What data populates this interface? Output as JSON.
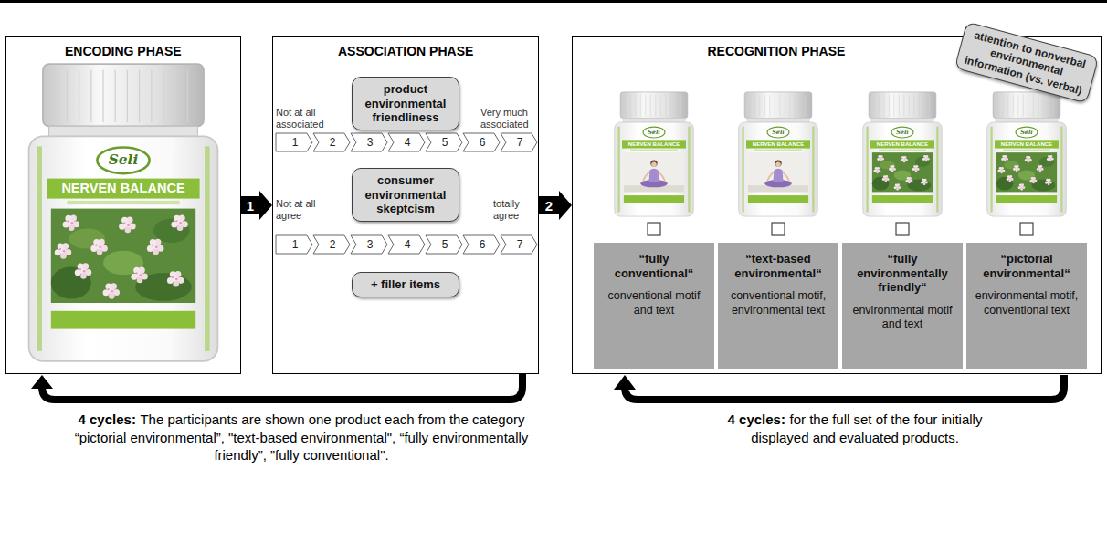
{
  "diagram": {
    "nodes": [
      {
        "text": [
          "ENCODING PHASE"
        ]
      },
      {
        "text": [
          "ASSOCIATION PHASE"
        ]
      },
      {
        "text": [
          "product environmental friendliness"
        ],
        "in": 1
      },
      {
        "text": [
          "consumer environmental skeptcism"
        ],
        "in": 1
      },
      {
        "text": [
          "+ filler items"
        ],
        "in": 1
      },
      {
        "text": [
          "RECOGNITION PHASE"
        ]
      },
      {
        "text": [
          "attention to nonverbal environmental information (vs. verbal)"
        ],
        "in": 5
      },
      {
        "text": [
          "“fully conventional“",
          "conventional motif and text"
        ],
        "in": 5
      },
      {
        "text": [
          "“text-based environmental“",
          "conventional motif, environmental text"
        ],
        "in": 5
      },
      {
        "text": [
          "“fully environmentally friendly“",
          "environmental motif and text"
        ],
        "in": 5
      },
      {
        "text": [
          "“pictorial environmental“",
          "environmental motif, conventional text"
        ],
        "in": 5
      }
    ],
    "edges": [
      {
        "from": 0,
        "to": 1,
        "label": "1",
        "arrow": "to"
      },
      {
        "from": 1,
        "to": 5,
        "label": "2",
        "arrow": "to"
      },
      {
        "from": 1,
        "to": 0,
        "arrow": "to"
      }
    ],
    "labels": [
      "Seli",
      "NERVEN BALANCE",
      "Seli",
      "NERVEN BALANCE",
      "Seli",
      "NERVEN BALANCE",
      "Seli",
      "NERVEN BALANCE",
      "Seli",
      "NERVEN BALANCE",
      "Not at all associated",
      "Very much associated",
      "1",
      "2",
      "3",
      "4",
      "5",
      "6",
      "7",
      "Not at all agree",
      "totally agree",
      "1",
      "2",
      "3",
      "4",
      "5",
      "6",
      "7",
      "4 cycles:",
      "The participants are shown one product each from the category “pictorial environmental”, \"text-based environmental\", “fully environmentally friendly”, ”fully conventional\".",
      "4 cycles:",
      "for the full set of the four initially displayed and evaluated products."
    ]
  }
}
